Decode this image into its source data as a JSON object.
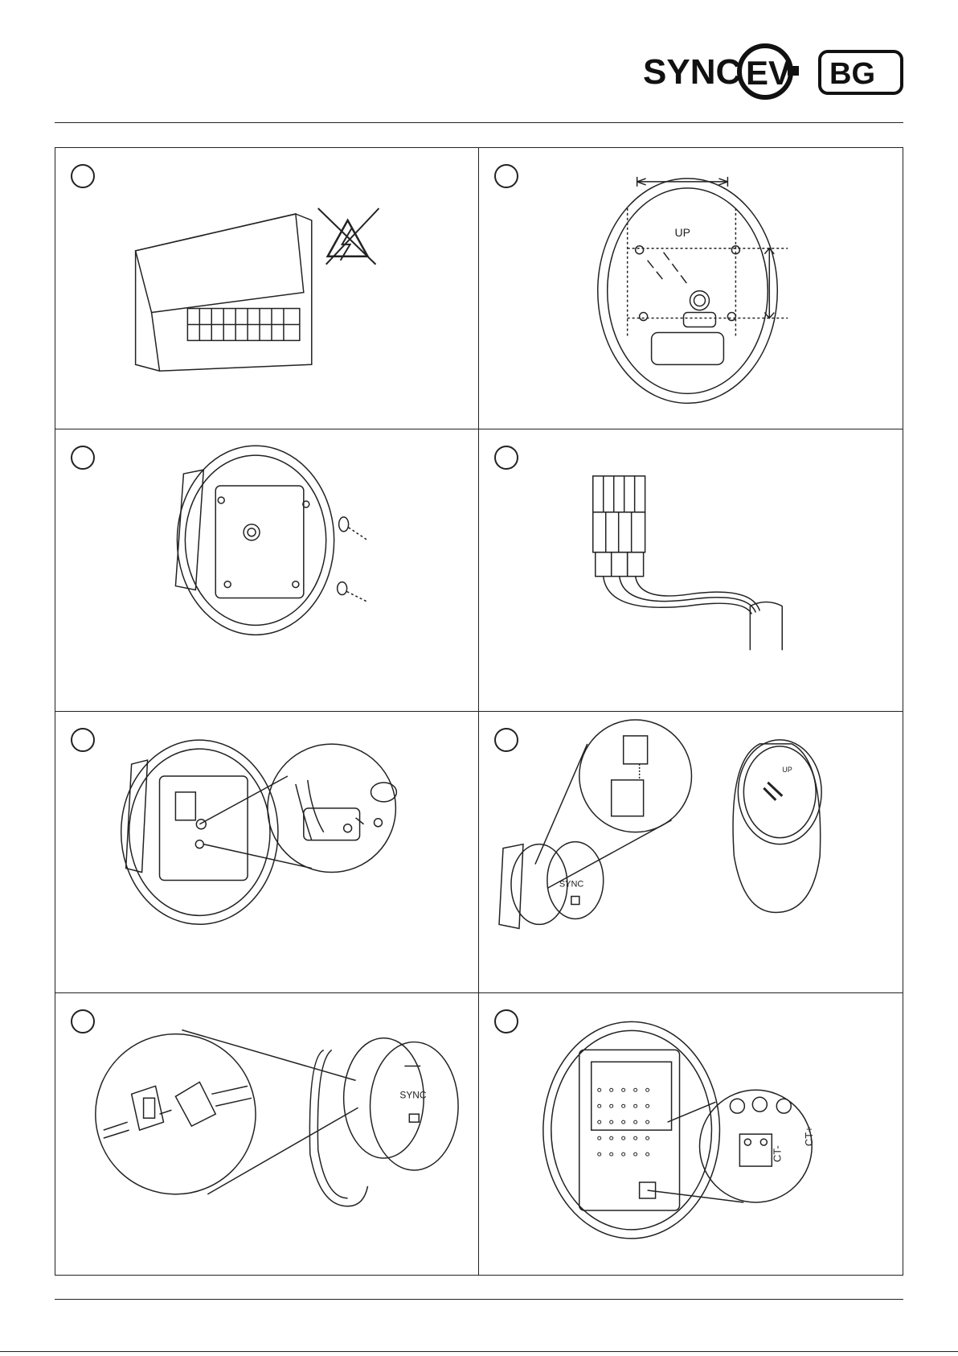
{
  "brand": {
    "sync_text": "SYNC",
    "ev_text": "EV",
    "bg_text": "BG"
  },
  "panels": [
    {
      "name": "panel-1"
    },
    {
      "name": "panel-2",
      "up_label": "UP"
    },
    {
      "name": "panel-3"
    },
    {
      "name": "panel-4"
    },
    {
      "name": "panel-5"
    },
    {
      "name": "panel-6",
      "up_label": "UP",
      "device_label": "SYNC"
    },
    {
      "name": "panel-7",
      "device_label": "SYNC"
    },
    {
      "name": "panel-8",
      "terminal_label_a": "CT-",
      "terminal_label_b": "CT+"
    }
  ]
}
